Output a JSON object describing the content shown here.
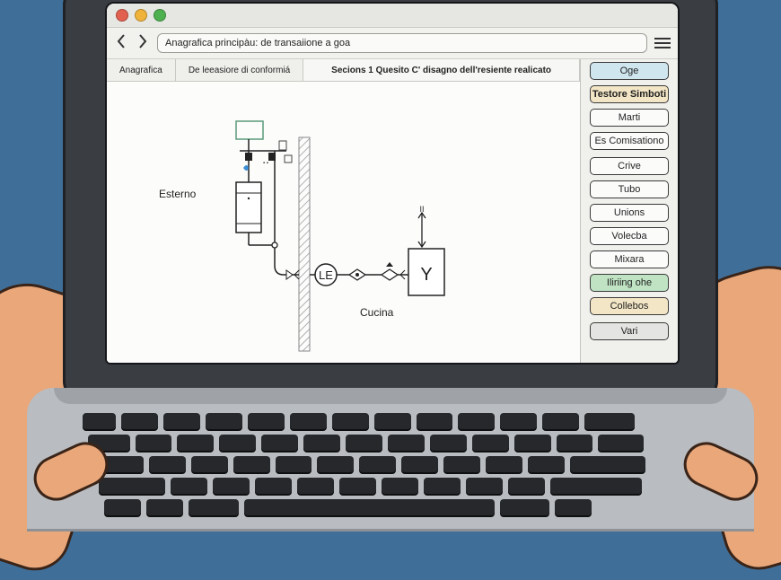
{
  "browser": {
    "address": "Anagrafica principàu: de transaiione a goa"
  },
  "tabs": [
    {
      "label": "Anagrafica"
    },
    {
      "label": "De leeasiore di conformiá"
    },
    {
      "label": "Secions 1 Quesito C' disagno dell'resiente realicato"
    }
  ],
  "diagram": {
    "label_outside": "Esterno",
    "label_inside": "Cucina",
    "meter_label": "LE",
    "appliance_label": "Y",
    "arrow_label": "II"
  },
  "sidebar": {
    "buttons": [
      {
        "label": "Oge",
        "bg": "#cfe6ef"
      },
      {
        "label": "Testore Simboti",
        "bg": "#f3e6c6",
        "bold": true
      },
      {
        "label": "Marti",
        "bg": "#fbfbfa"
      },
      {
        "label": "Es Comisationo",
        "bg": "#fbfbfa"
      },
      {
        "label": "Crive",
        "bg": "#fbfbfa"
      },
      {
        "label": "Tubo",
        "bg": "#fbfbfa"
      },
      {
        "label": "Unions",
        "bg": "#fbfbfa"
      },
      {
        "label": "Volecba",
        "bg": "#fbfbfa"
      },
      {
        "label": "Mixara",
        "bg": "#fbfbfa"
      },
      {
        "label": "Iliriing ohe",
        "bg": "#bfe3c3"
      },
      {
        "label": "Collebos",
        "bg": "#f3e6c6"
      },
      {
        "label": "Vari",
        "bg": "#e4e4e2"
      }
    ]
  },
  "colors": {
    "close": "#e2604f",
    "minimize": "#f0b33a",
    "zoom": "#4fb04f"
  }
}
